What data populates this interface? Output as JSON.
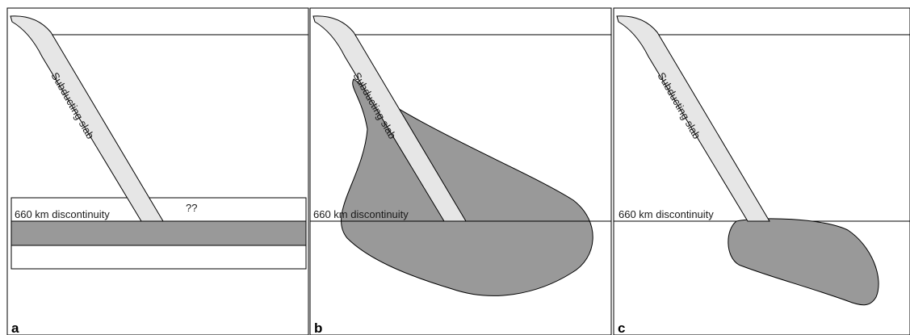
{
  "panels": [
    {
      "letter": "a",
      "slab_label": "Subducting slab",
      "discontinuity_label": "660 km discontinuity",
      "query_label": "??"
    },
    {
      "letter": "b",
      "slab_label": "Subducting slab",
      "discontinuity_label": "660 km discontinuity"
    },
    {
      "letter": "c",
      "slab_label": "Subducting slab",
      "discontinuity_label": "660 km discontinuity"
    }
  ],
  "colors": {
    "slab_fill": "#e6e6e6",
    "plume_fill": "#999999",
    "line": "#000000",
    "background": "#ffffff"
  }
}
